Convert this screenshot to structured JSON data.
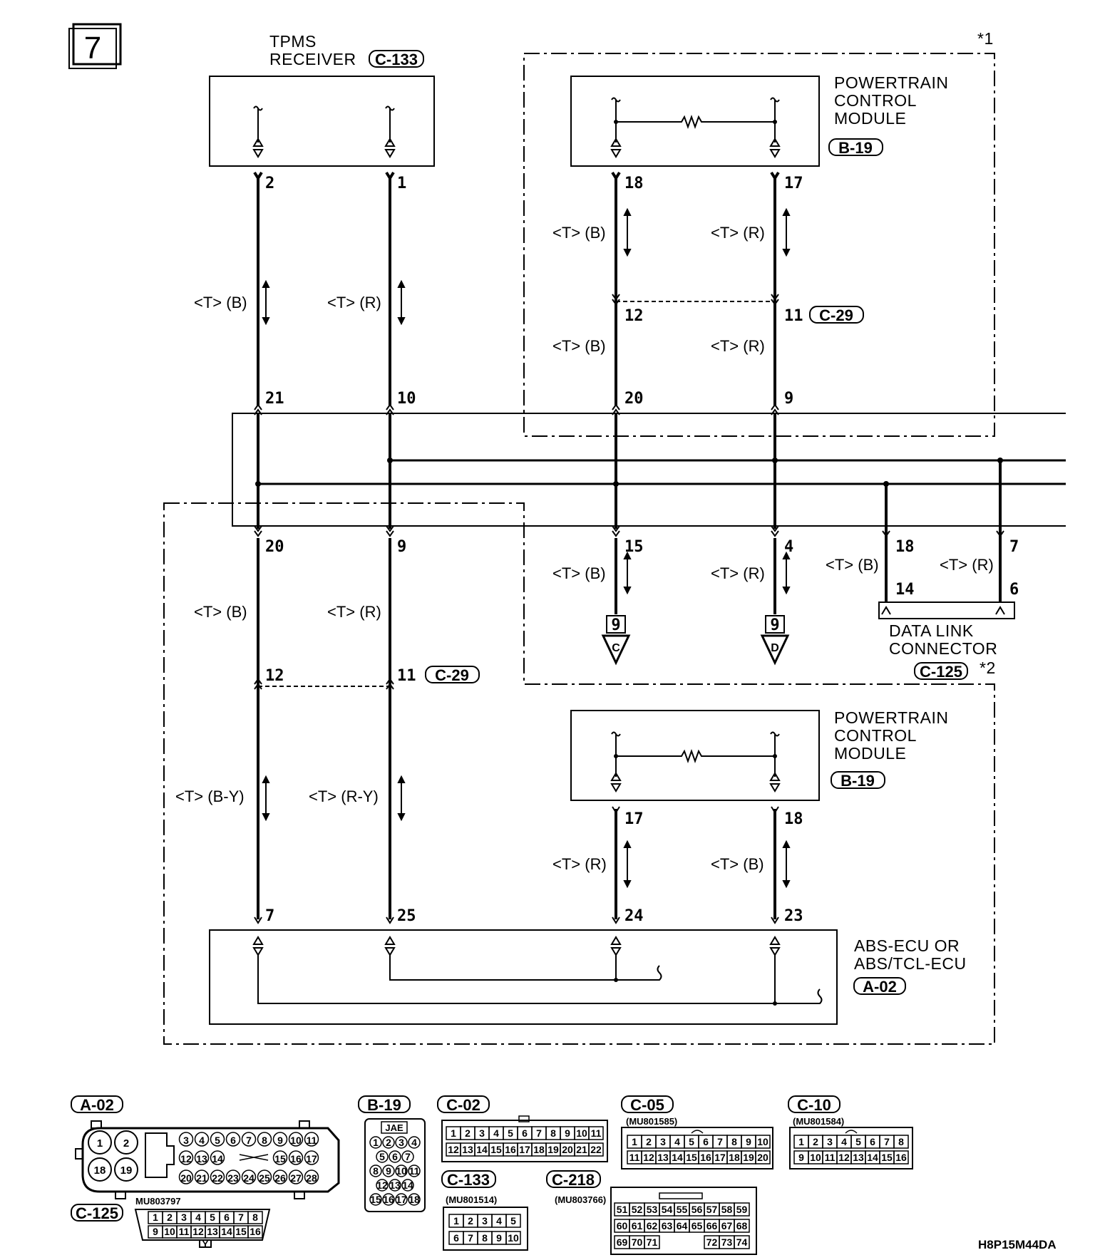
{
  "page_number": "7",
  "notes": {
    "star1": "*1",
    "star2": "*2"
  },
  "code": "H8P15M44DA",
  "tpms": {
    "name_line1": "TPMS",
    "name_line2": "RECEIVER",
    "connector": "C-133",
    "pins": [
      "2",
      "1"
    ]
  },
  "pcm_top": {
    "lines": [
      "POWERTRAIN",
      "CONTROL",
      "MODULE"
    ],
    "connector": "B-19",
    "pins": [
      "18",
      "17"
    ]
  },
  "pcm_bottom": {
    "lines": [
      "POWERTRAIN",
      "CONTROL",
      "MODULE"
    ],
    "connector": "B-19",
    "pins": [
      "17",
      "18"
    ]
  },
  "abs": {
    "lines": [
      "ABS-ECU OR",
      "ABS/TCL-ECU"
    ],
    "connector": "A-02",
    "pins": [
      "7",
      "25",
      "24",
      "23"
    ]
  },
  "dlc": {
    "lines": [
      "DATA LINK",
      "CONNECTOR"
    ],
    "connector": "C-125",
    "pins": [
      "18",
      "7",
      "14",
      "6"
    ],
    "wires": [
      "<T> (B)",
      "<T> (R)"
    ]
  },
  "joints": {
    "c29": "C-29",
    "top_pins": [
      "12",
      "11"
    ],
    "left_pins": [
      "12",
      "11"
    ],
    "upper_junction": [
      "21",
      "10",
      "20",
      "9"
    ],
    "lower_junction": [
      "20",
      "9",
      "15",
      "4"
    ]
  },
  "wires": {
    "tpms_left": "<T> (B)",
    "tpms_right": "<T> (R)",
    "pcm_left_1": "<T> (B)",
    "pcm_right_1": "<T> (R)",
    "pcm_left_2": "<T> (B)",
    "pcm_right_2": "<T> (R)",
    "low_left": "<T> (B)",
    "low_right": "<T> (R)",
    "out_left": "<T> (B)",
    "out_right": "<T> (R)",
    "abs_left": "<T> (B-Y)",
    "abs_right": "<T> (R-Y)",
    "pcm2_left": "<T> (R)",
    "pcm2_right": "<T> (B)"
  },
  "offpage": {
    "left_num": "9",
    "left_letter": "C",
    "right_num": "9",
    "right_letter": "D"
  },
  "connectors_legend": {
    "a02": {
      "id": "A-02",
      "big": [
        "1",
        "2",
        "18",
        "19"
      ],
      "row1": [
        "3",
        "4",
        "5",
        "6",
        "7",
        "8",
        "9",
        "10",
        "11"
      ],
      "row2": [
        "12",
        "13",
        "14",
        "15",
        "16",
        "17"
      ],
      "row3": [
        "20",
        "21",
        "22",
        "23",
        "24",
        "25",
        "26",
        "27",
        "28"
      ]
    },
    "b19": {
      "id": "B-19",
      "tag": "JAE",
      "rows": [
        [
          "1",
          "2",
          "3",
          "4"
        ],
        [
          "5",
          "6",
          "7"
        ],
        [
          "8",
          "9",
          "10",
          "11"
        ],
        [
          "12",
          "13",
          "14"
        ],
        [
          "15",
          "16",
          "17",
          "18"
        ]
      ]
    },
    "c02": {
      "id": "C-02",
      "row1": [
        "1",
        "2",
        "3",
        "4",
        "5",
        "6",
        "7",
        "8",
        "9",
        "10",
        "11"
      ],
      "row2": [
        "12",
        "13",
        "14",
        "15",
        "16",
        "17",
        "18",
        "19",
        "20",
        "21",
        "22"
      ]
    },
    "c05": {
      "id": "C-05",
      "part": "(MU801585)",
      "row1": [
        "1",
        "2",
        "3",
        "4",
        "5",
        "6",
        "7",
        "8",
        "9",
        "10"
      ],
      "row2": [
        "11",
        "12",
        "13",
        "14",
        "15",
        "16",
        "17",
        "18",
        "19",
        "20"
      ]
    },
    "c10": {
      "id": "C-10",
      "part": "(MU801584)",
      "row1": [
        "1",
        "2",
        "3",
        "4",
        "5",
        "6",
        "7",
        "8"
      ],
      "row2": [
        "9",
        "10",
        "11",
        "12",
        "13",
        "14",
        "15",
        "16"
      ]
    },
    "c125": {
      "id": "C-125",
      "part": "MU803797",
      "row1": [
        "1",
        "2",
        "3",
        "4",
        "5",
        "6",
        "7",
        "8"
      ],
      "row2": [
        "9",
        "10",
        "11",
        "12",
        "13",
        "14",
        "15",
        "16"
      ],
      "key": "Y"
    },
    "c133": {
      "id": "C-133",
      "part": "(MU801514)",
      "row1": [
        "1",
        "2",
        "3",
        "4",
        "5"
      ],
      "row2": [
        "6",
        "7",
        "8",
        "9",
        "10"
      ]
    },
    "c218": {
      "id": "C-218",
      "part": "(MU803766)",
      "row1": [
        "51",
        "52",
        "53",
        "54",
        "55",
        "56",
        "57",
        "58",
        "59"
      ],
      "row2": [
        "60",
        "61",
        "62",
        "63",
        "64",
        "65",
        "66",
        "67",
        "68"
      ],
      "row3a": [
        "69",
        "70",
        "71"
      ],
      "row3b": [
        "72",
        "73",
        "74"
      ]
    }
  }
}
